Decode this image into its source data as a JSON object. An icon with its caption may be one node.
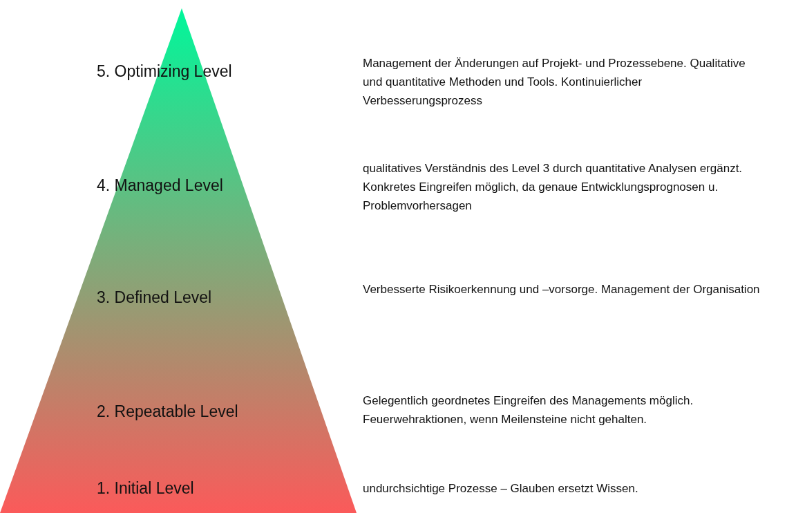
{
  "diagram": {
    "nodes": [
      {
        "text": [],
        "shape": "triangle"
      },
      {
        "text": [
          "5. Optimizing Level"
        ],
        "in": 0
      },
      {
        "text": [
          "4. Managed Level"
        ],
        "in": 0
      },
      {
        "text": [
          "3. Defined Level"
        ],
        "in": 0
      },
      {
        "text": [
          "2. Repeatable Level"
        ],
        "in": 0
      },
      {
        "text": [
          "1. Initial Level"
        ],
        "in": 0
      }
    ],
    "edges": [],
    "labels": [
      "Management der Änderungen auf Projekt- und Prozessebene. Qualitative und quantitative Methoden und Tools. Kontinuierlicher Verbesserungsprozess",
      "qualitatives Verständnis des Level 3 durch quantitative Analysen ergänzt. Konkretes Eingreifen möglich, da genaue Entwicklungsprognosen u. Problemvorhersagen",
      "Verbesserte Risikoerkennung und –vorsorge. Management der Organisation",
      "Gelegentlich geordnetes  Eingreifen des Managements möglich. Feuerwehraktionen, wenn Meilensteine nicht gehalten.",
      "undurchsichtige Prozesse – Glauben ersetzt Wissen."
    ]
  }
}
